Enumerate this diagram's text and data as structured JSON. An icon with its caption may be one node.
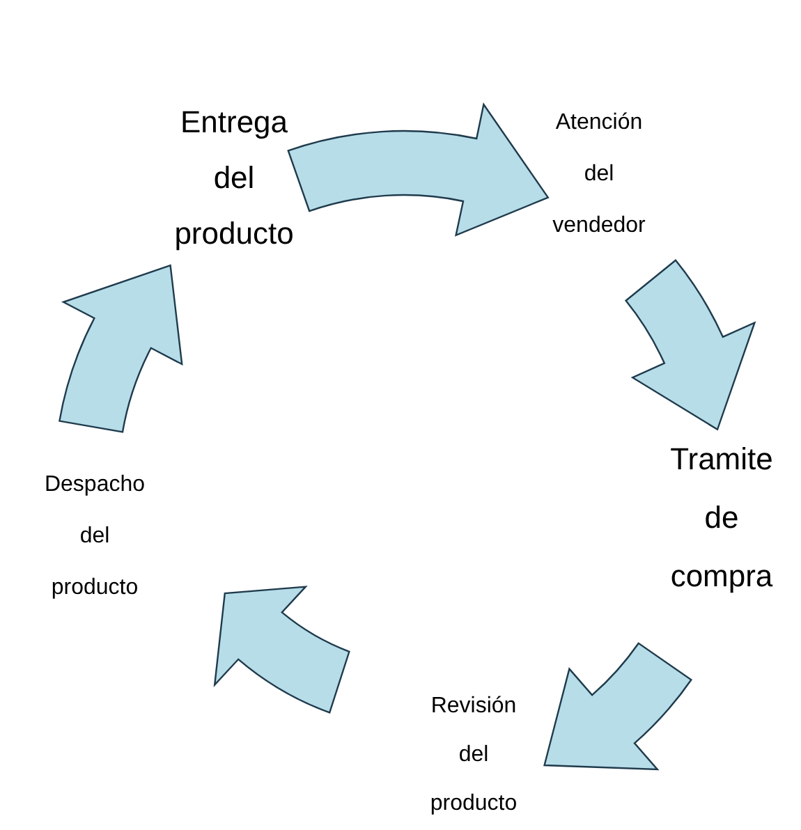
{
  "diagram": {
    "nodes": [
      {
        "text": [
          "Entrega del producto"
        ]
      },
      {
        "text": [
          "Atención del vendedor"
        ]
      },
      {
        "text": [
          "Tramite de compra"
        ]
      },
      {
        "text": [
          "Revisión del producto"
        ]
      },
      {
        "text": [
          "Despacho del producto"
        ]
      }
    ],
    "edges": [
      {
        "from": 0,
        "to": 1,
        "arrow": "to"
      },
      {
        "from": 1,
        "to": 2,
        "arrow": "to"
      },
      {
        "from": 2,
        "to": 3,
        "arrow": "to"
      },
      {
        "from": 3,
        "to": 4,
        "arrow": "to"
      },
      {
        "from": 4,
        "to": 0,
        "arrow": "to"
      }
    ]
  }
}
